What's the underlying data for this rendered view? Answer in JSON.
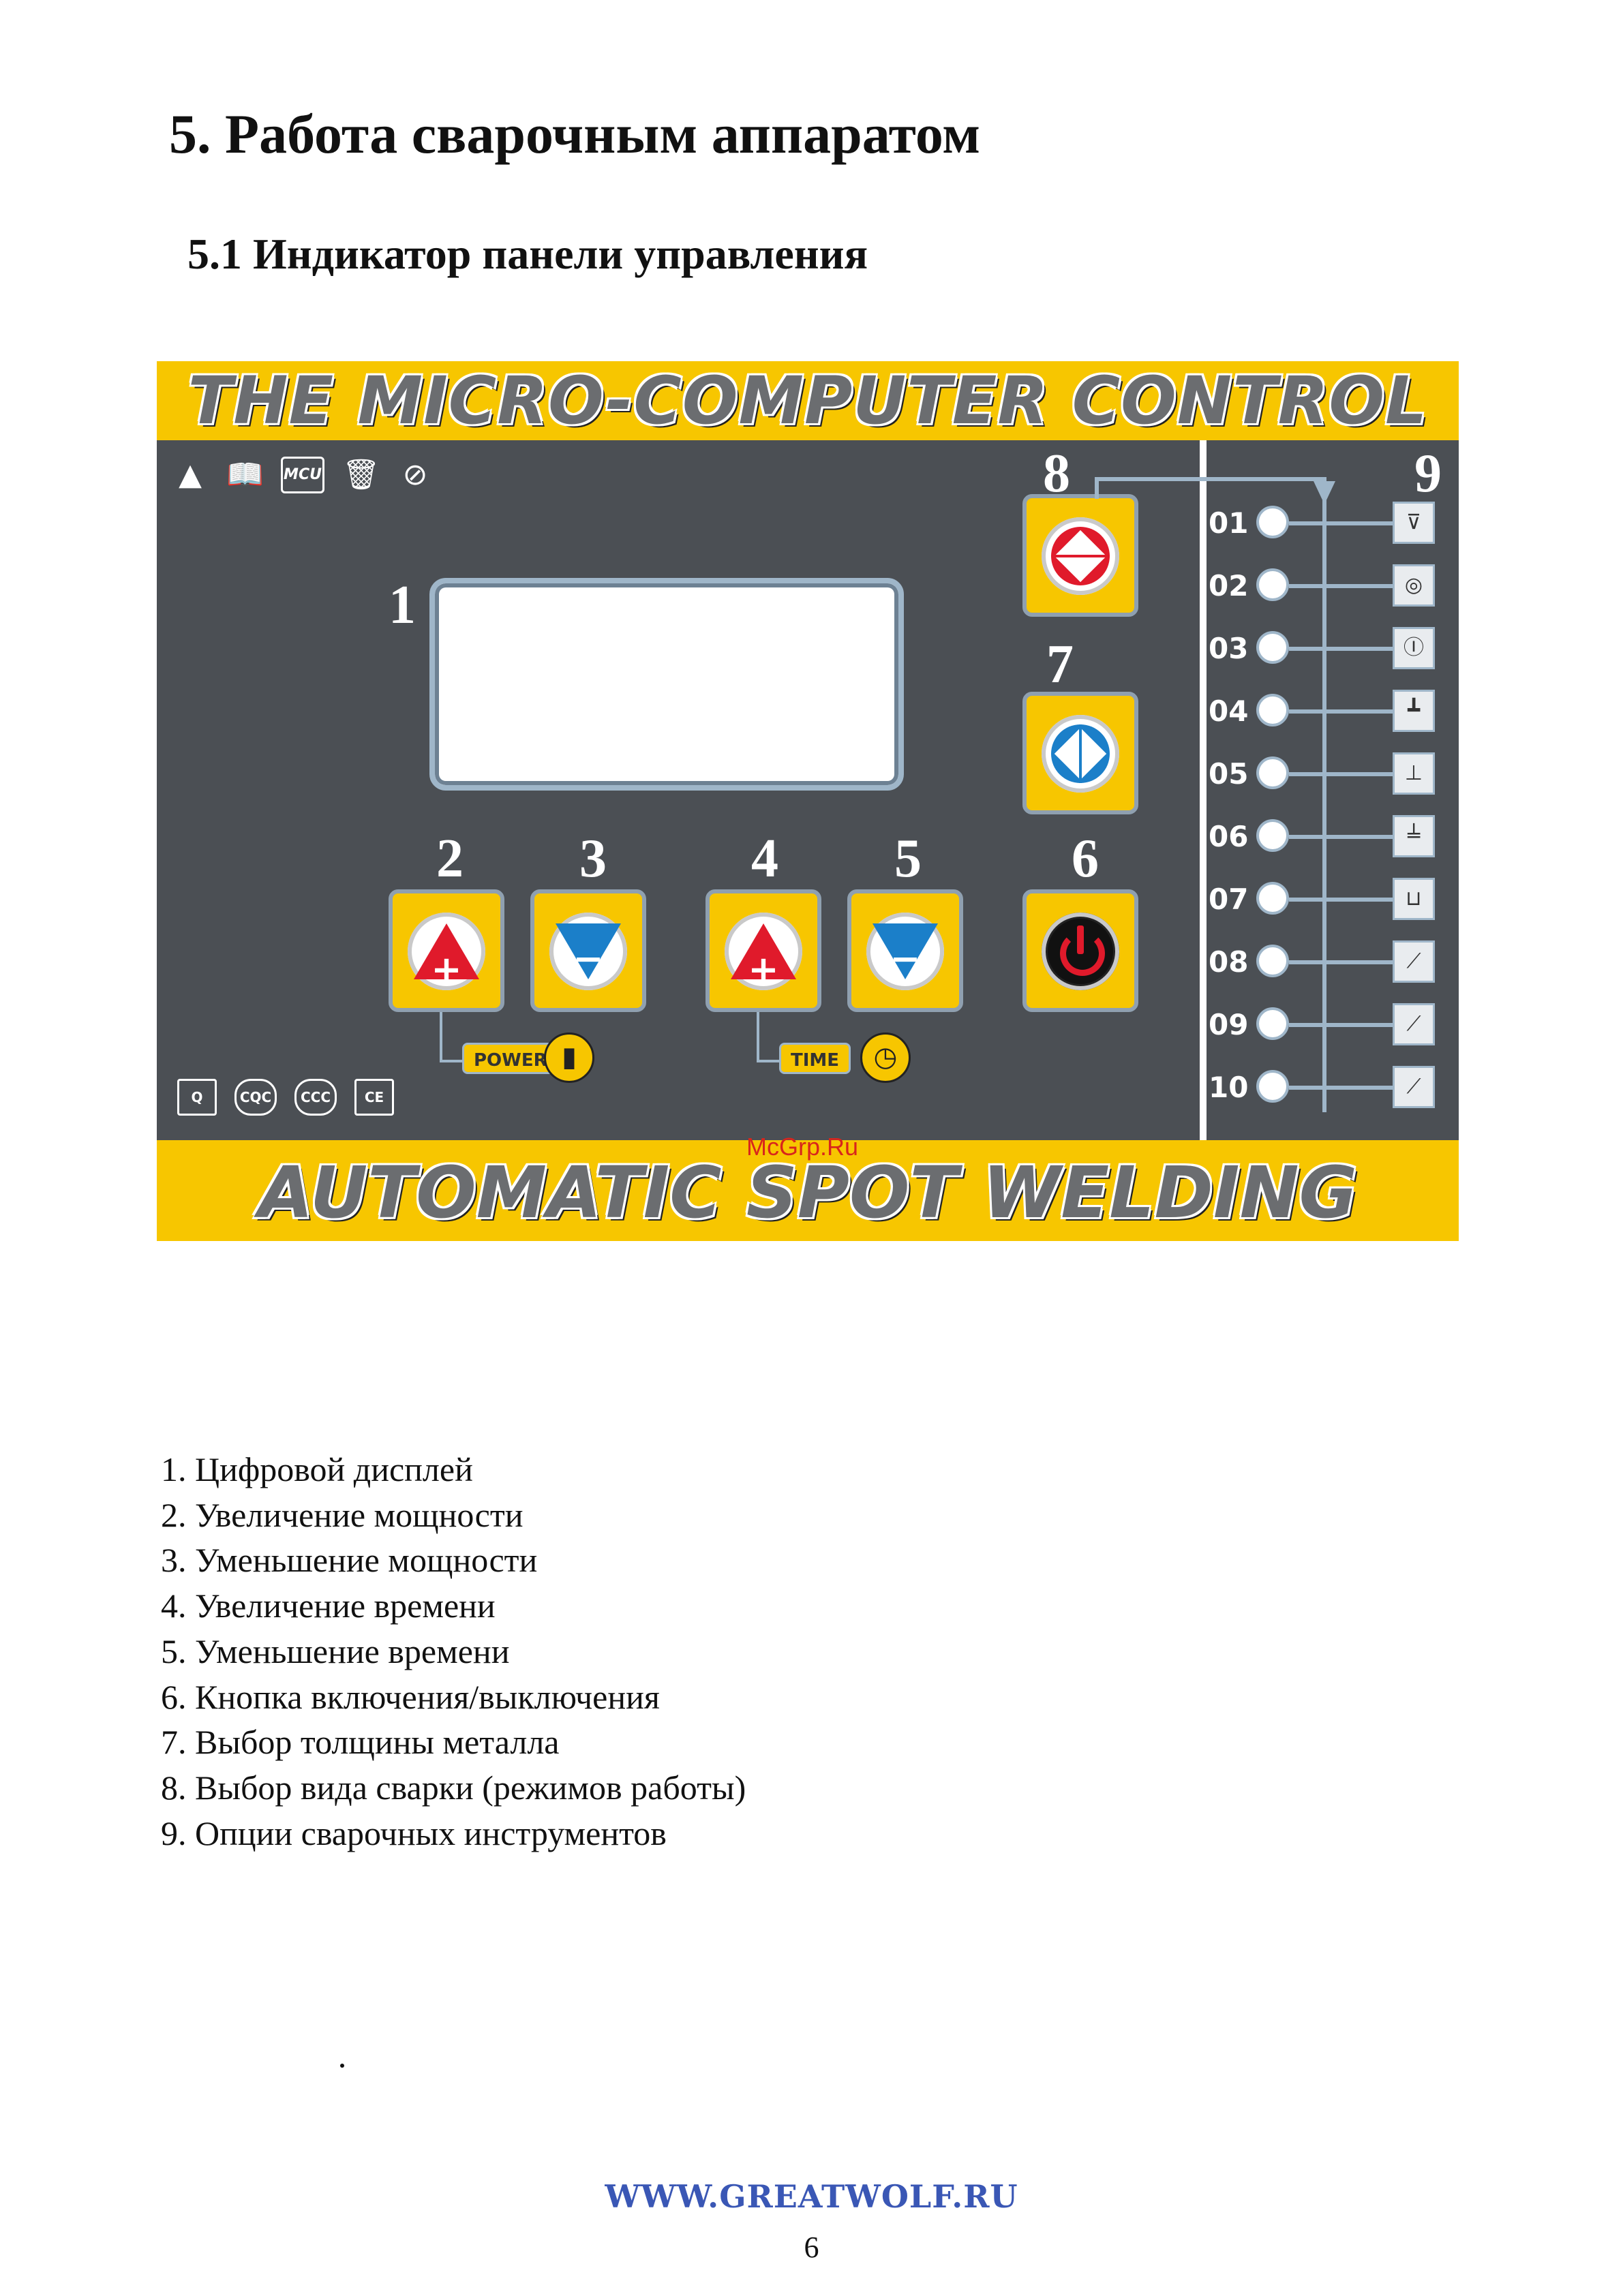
{
  "heading": "5. Работа сварочным аппаратом",
  "subheading": "5.1 Индикатор панели управления",
  "panel": {
    "title": "THE MICRO-COMPUTER CONTROL",
    "bottom_title": "AUTOMATIC SPOT WELDING",
    "watermark": "McGrp.Ru",
    "numbers": {
      "n1": "1",
      "n2": "2",
      "n3": "3",
      "n4": "4",
      "n5": "5",
      "n6": "6",
      "n7": "7",
      "n8": "8",
      "n9": "9"
    },
    "power_label": "POWER",
    "time_label": "TIME",
    "warning_icon_names": [
      "warning-icon",
      "manual-icon",
      "mcu-icon",
      "no-trash-icon",
      "pb-free-icon"
    ],
    "mcu_text": "MCU",
    "cert_labels": [
      "Q",
      "CQC",
      "CCC",
      "CE"
    ],
    "options": [
      "01",
      "02",
      "03",
      "04",
      "05",
      "06",
      "07",
      "08",
      "09",
      "10"
    ],
    "colors": {
      "panel": "#4b4f54",
      "yellow": "#f7c600",
      "red": "#e01a2b",
      "blue": "#1b7fc9"
    }
  },
  "legend": [
    "1. Цифровой дисплей",
    "2. Увеличение мощности",
    "3. Уменьшение мощности",
    "4. Увеличение времени",
    "5. Уменьшение времени",
    "6. Кнопка включения/выключения",
    "7. Выбор толщины металла",
    "8. Выбор вида сварки (режимов работы)",
    "9. Опции сварочных инструментов"
  ],
  "footer": {
    "url": "WWW.GREATWOLF.RU",
    "page": "6"
  }
}
